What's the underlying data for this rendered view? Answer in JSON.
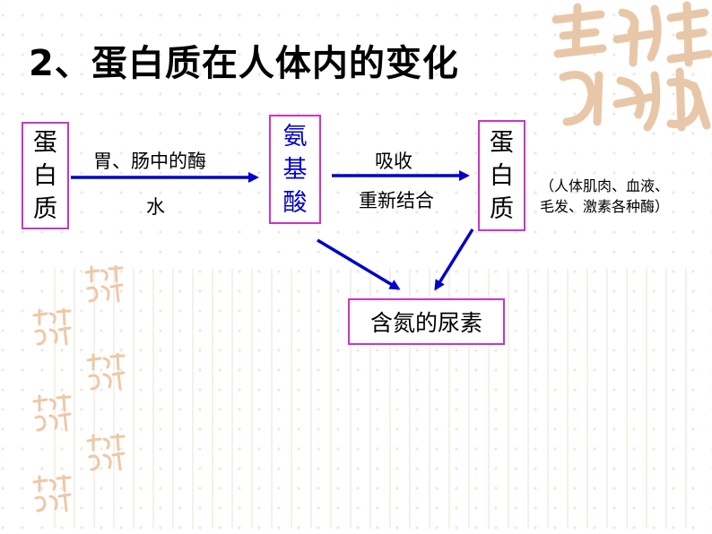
{
  "title": "2、蛋白质在人体内的变化",
  "nodes": {
    "protein_in": [
      "蛋",
      "白",
      "质"
    ],
    "amino_acid": [
      "氨",
      "基",
      "酸"
    ],
    "protein_out": [
      "蛋",
      "白",
      "质"
    ],
    "urea": "含氮的尿素"
  },
  "edges": {
    "digest_top": "胃、肠中的酶",
    "digest_bottom": "水",
    "absorb_top": "吸收",
    "absorb_bottom": "重新结合"
  },
  "note": "（人体肌肉、血液、毛发、激素各种酶）",
  "colors": {
    "box_border": "#cc33cc",
    "arrow": "#0000cc",
    "node_text_blue": "#0000cc",
    "seal": "#e8c7a8"
  }
}
